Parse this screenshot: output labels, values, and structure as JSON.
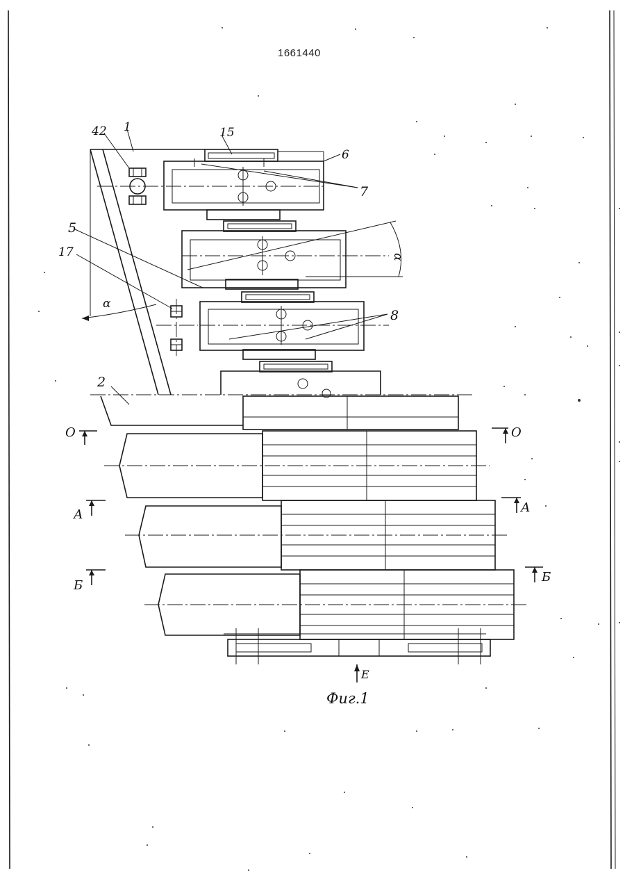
{
  "document": {
    "patent_number": "1661440",
    "figure_caption": "Фиг.1"
  },
  "labels": {
    "l42": "42",
    "l1": "1",
    "l15": "15",
    "l6": "6",
    "l7": "7",
    "l5": "5",
    "l17": "17",
    "lalpha_left": "α",
    "lalpha_right": "α",
    "l8": "8",
    "l2": "2"
  },
  "section_marks": {
    "o_left": "О",
    "o_right": "О",
    "a_left": "А",
    "a_right": "А",
    "b_left": "Б",
    "b_right": "Б",
    "view_e": "Е"
  },
  "colors": {
    "ink": "#1a1a1a",
    "paper": "#ffffff"
  }
}
